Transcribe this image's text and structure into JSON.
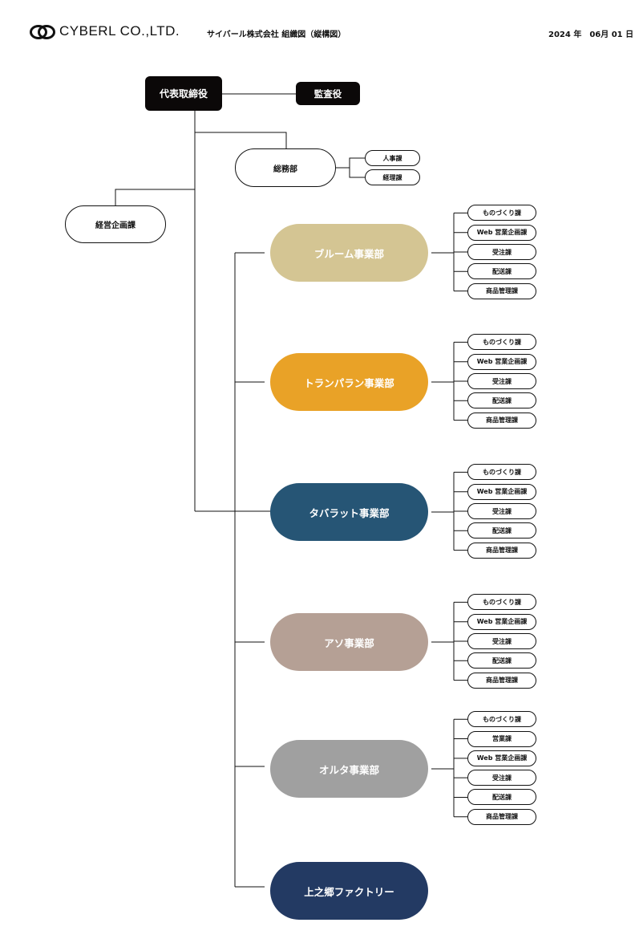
{
  "header": {
    "logo_icon": "double-c-logo-icon",
    "brand": "CYBERL CO.,LTD.",
    "doc_title": "サイバール株式会社 組織図（縦構図）",
    "date": "2024 年　06月 01 日"
  },
  "org": {
    "ceo": "代表取締役",
    "auditor": "監査役",
    "general_affairs": "総務部",
    "ga_sections": [
      "人事課",
      "経理課"
    ],
    "planning": "経営企画課",
    "departments": [
      {
        "name": "ブルーム事業部",
        "color": "#d4c593",
        "sections": [
          "ものづくり課",
          "Web 営業企画課",
          "受注課",
          "配送課",
          "商品管理課"
        ]
      },
      {
        "name": "トランパラン事業部",
        "color": "#e9a227",
        "sections": [
          "ものづくり課",
          "Web 営業企画課",
          "受注課",
          "配送課",
          "商品管理課"
        ]
      },
      {
        "name": "タバラット事業部",
        "color": "#265575",
        "sections": [
          "ものづくり課",
          "Web 営業企画課",
          "受注課",
          "配送課",
          "商品管理課"
        ]
      },
      {
        "name": "アソ事業部",
        "color": "#b5a095",
        "sections": [
          "ものづくり課",
          "Web 営業企画課",
          "受注課",
          "配送課",
          "商品管理課"
        ]
      },
      {
        "name": "オルタ事業部",
        "color": "#a0a0a0",
        "sections": [
          "ものづくり課",
          "営業課",
          "Web 営業企画課",
          "受注課",
          "配送課",
          "商品管理課"
        ]
      },
      {
        "name": "上之郷ファクトリー",
        "color": "#233a63",
        "sections": []
      }
    ]
  }
}
